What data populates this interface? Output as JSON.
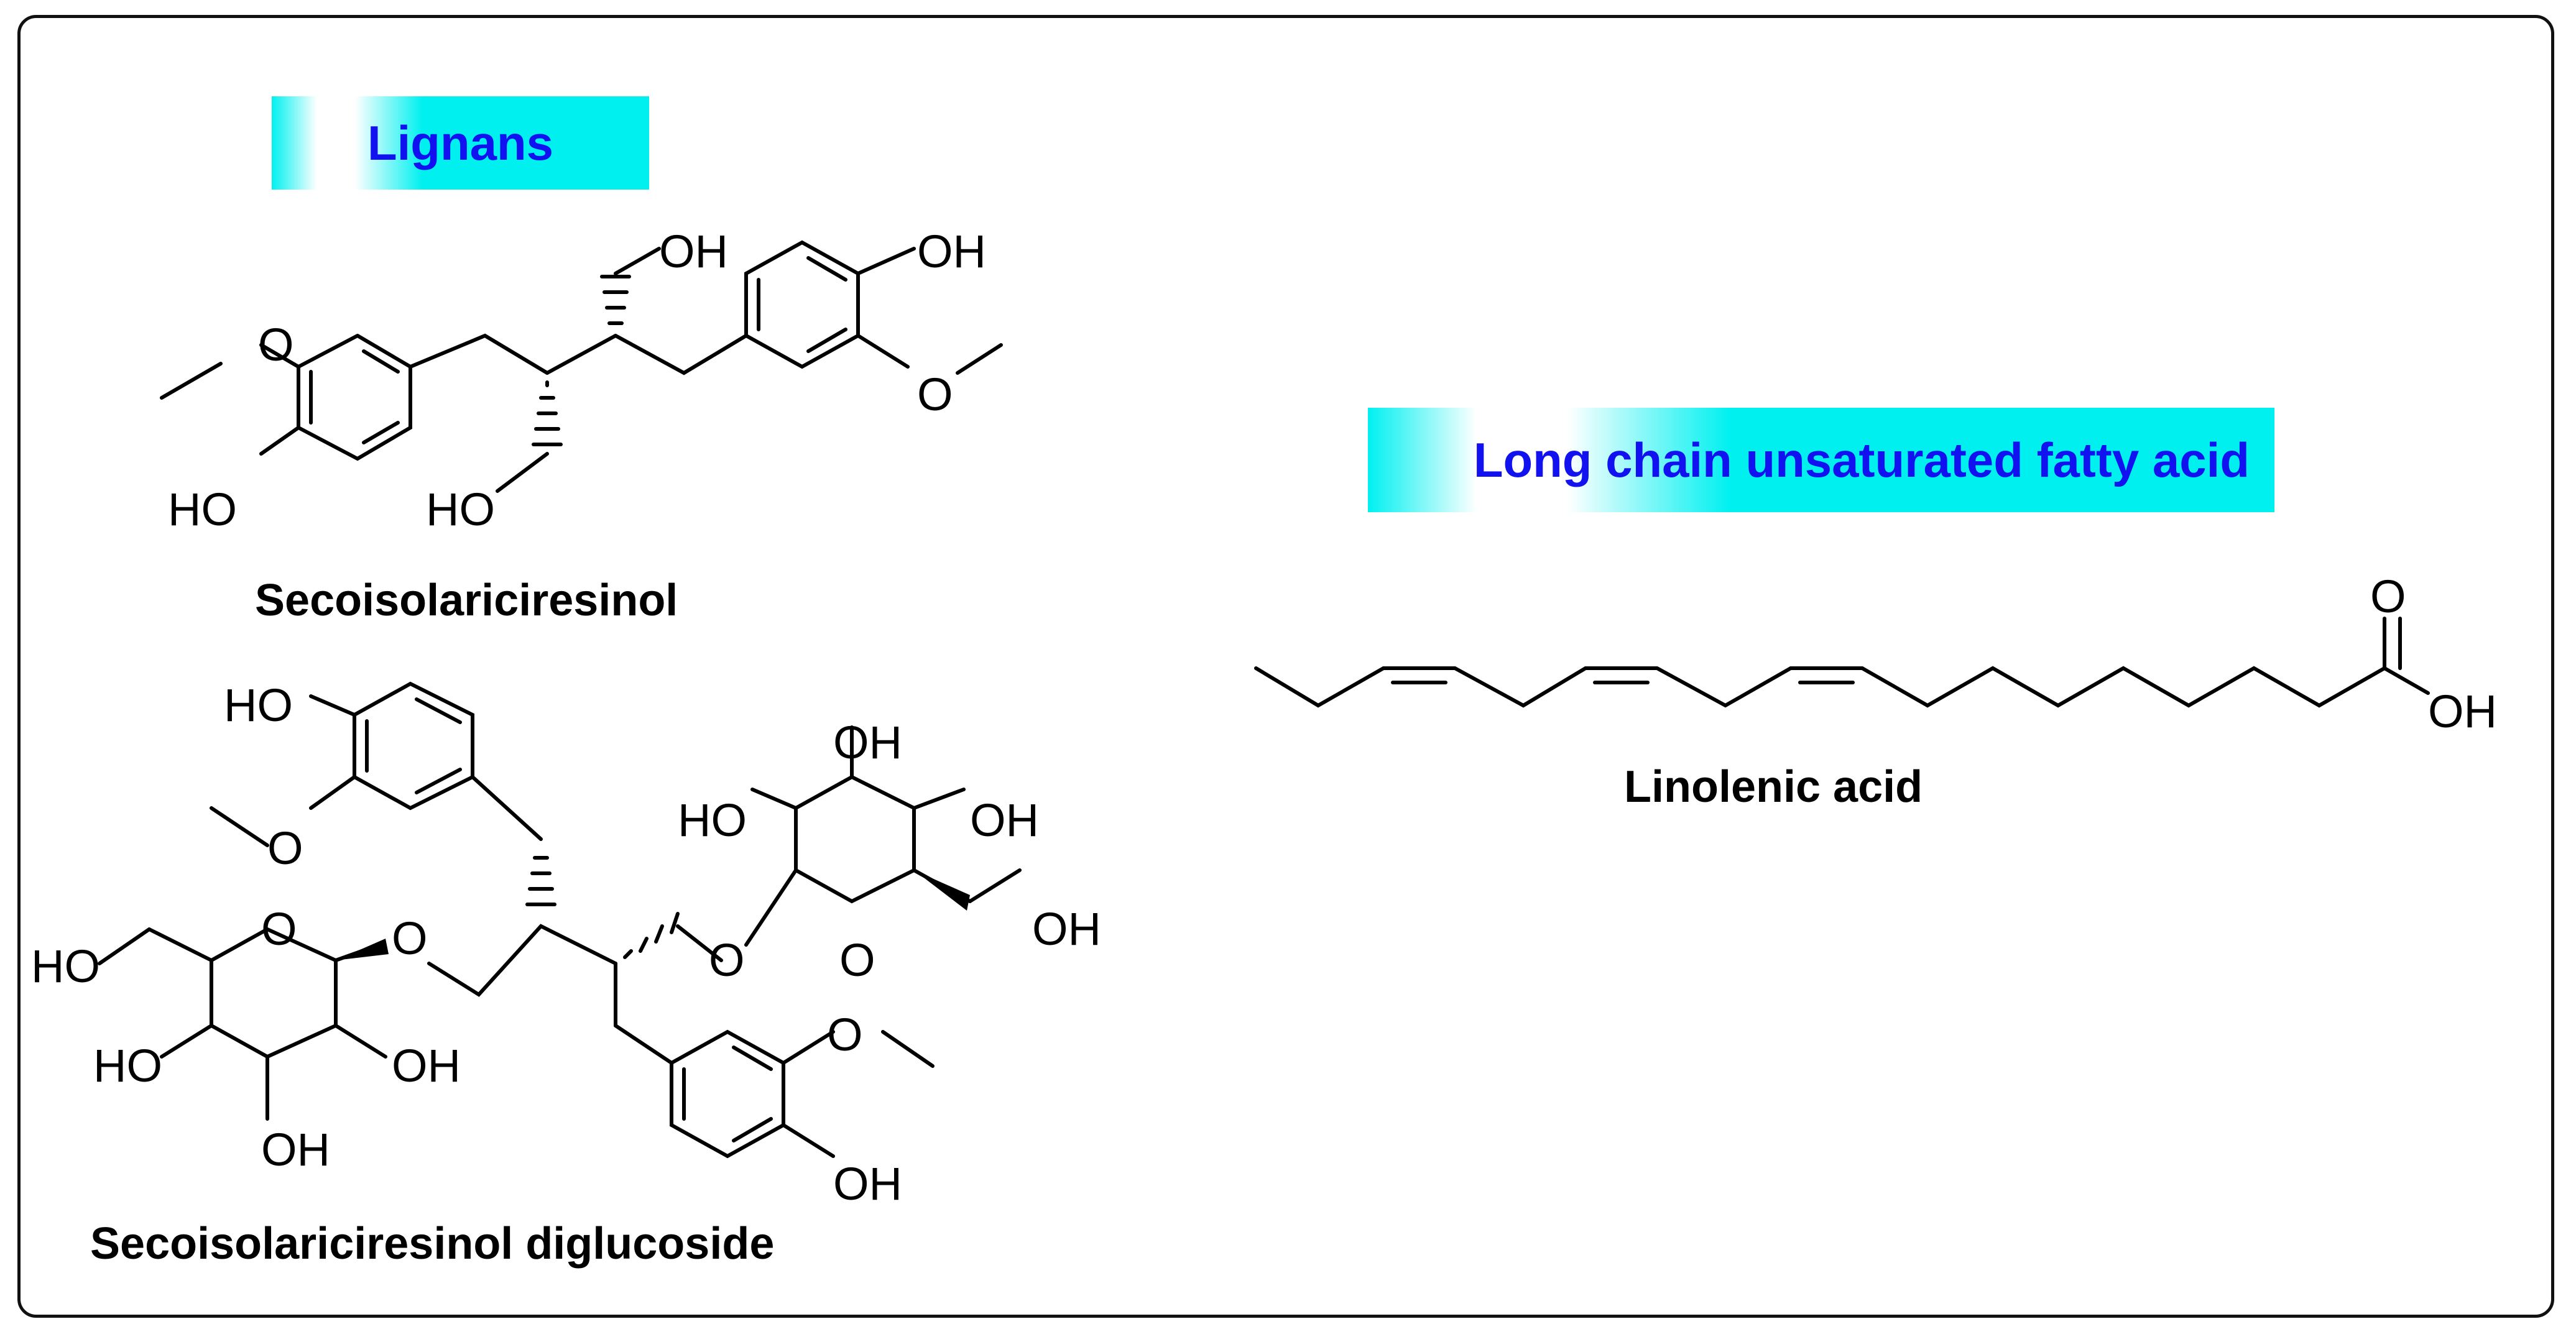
{
  "labels": {
    "lignans": "Lignans",
    "fatty_acid": "Long chain unsaturated fatty acid"
  },
  "compounds": {
    "seco": "Secoisolariciresinol",
    "sdg": "Secoisolariciresinol diglucoside",
    "linolenic": "Linolenic acid"
  },
  "atoms": {
    "oh": "OH",
    "ho": "HO",
    "o": "O"
  },
  "colors": {
    "badge_fill": "#00f0f0",
    "badge_text": "#1212f0",
    "frame": "#111111"
  }
}
